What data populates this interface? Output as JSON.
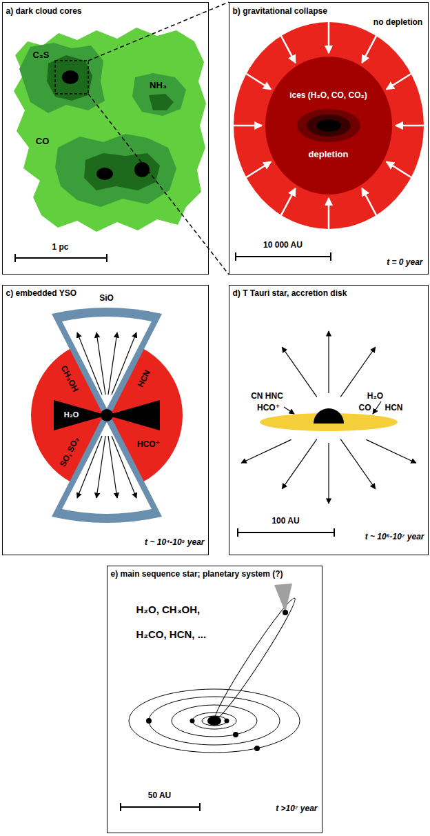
{
  "diagram": {
    "nodes": [
      {
        "text": [
          "a) dark cloud cores",
          "C₂S",
          "NH₃",
          "CO",
          "1 pc"
        ]
      },
      {
        "text": [
          "b) gravitational collapse",
          "no depletion",
          "ices (H₂O, CO, CO₂)",
          "depletion",
          "10 000 AU",
          "t = 0 year"
        ]
      },
      {
        "text": [
          "c) embedded YSO",
          "SiO",
          "CH₃OH",
          "HCN",
          "H₂O",
          "SO, SO₂",
          "HCO⁺",
          "t ~ 10⁴-10⁵ year"
        ]
      },
      {
        "text": [
          "d) T Tauri star, accretion disk",
          "CN HNC",
          "H₂O",
          "HCO⁺",
          "CO",
          "HCN",
          "100 AU",
          "t ~ 10⁶-10⁷ year"
        ]
      },
      {
        "text": [
          "e) main sequence star; planetary system (?)",
          "H₂O, CH₃OH, H₂CO, HCN, ...",
          "50 AU",
          "t >10⁷ year"
        ]
      }
    ]
  }
}
